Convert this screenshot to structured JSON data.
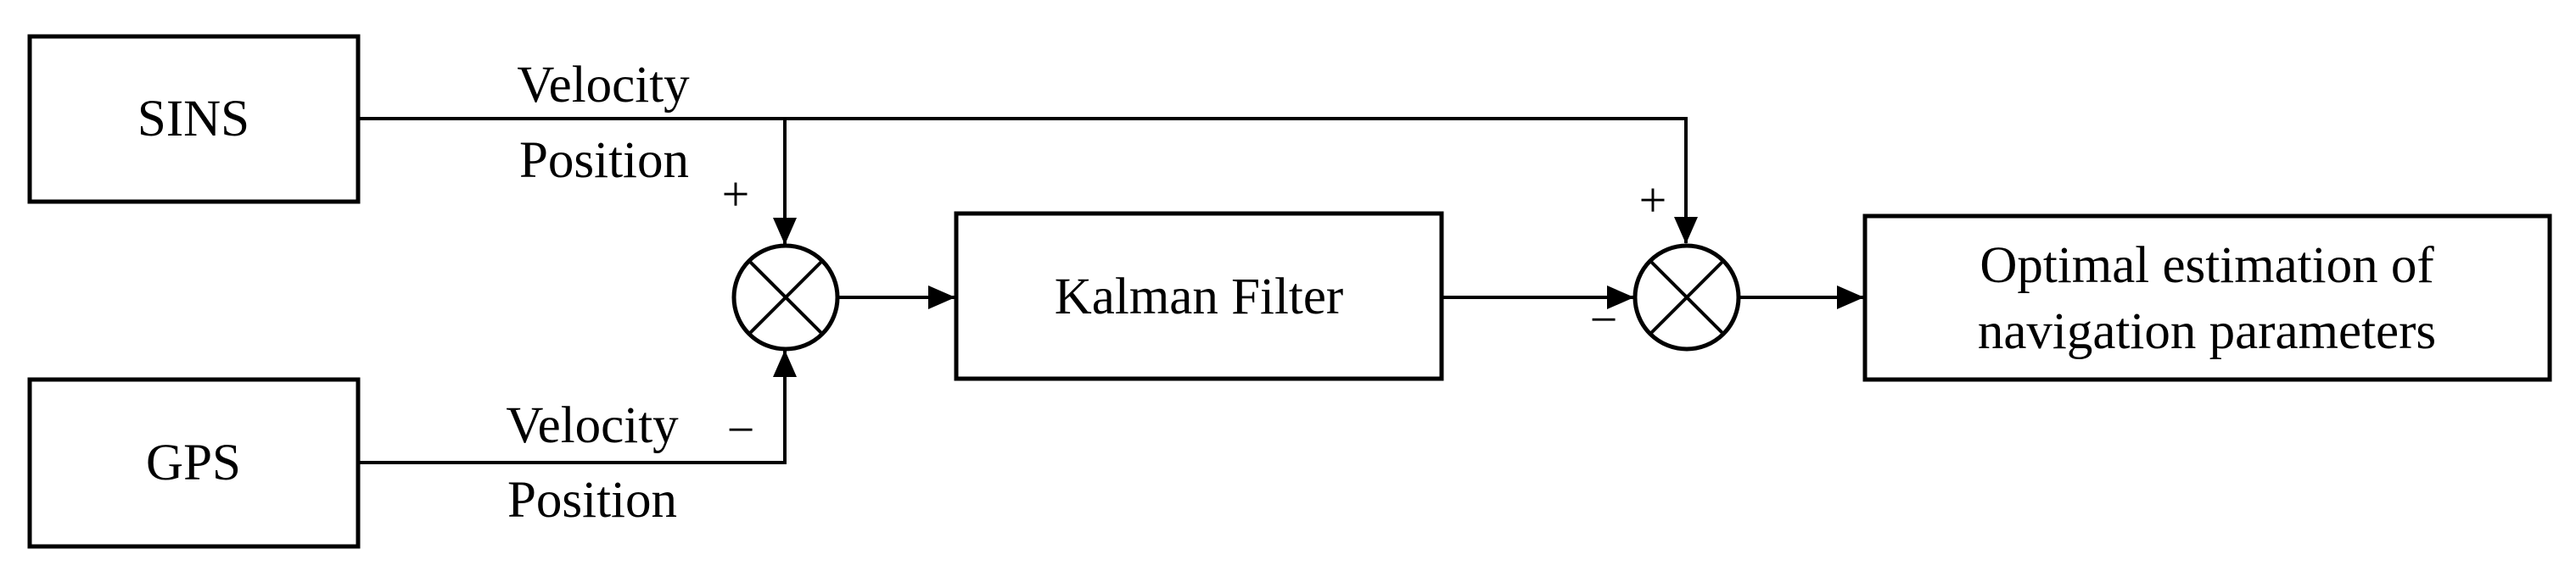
{
  "blocks": {
    "sins": {
      "label": "SINS"
    },
    "gps": {
      "label": "GPS"
    },
    "kalman": {
      "label": "Kalman Filter"
    },
    "output": {
      "line1": "Optimal estimation of",
      "line2": "navigation parameters"
    }
  },
  "wire_labels": {
    "sins_velocity": "Velocity",
    "sins_position": "Position",
    "gps_velocity": "Velocity",
    "gps_position": "Position"
  },
  "junction_signs": {
    "j1_plus": "+",
    "j1_minus": "−",
    "j2_plus": "+",
    "j2_minus": "−"
  },
  "colors": {
    "ink": "#000000",
    "background": "#ffffff"
  }
}
